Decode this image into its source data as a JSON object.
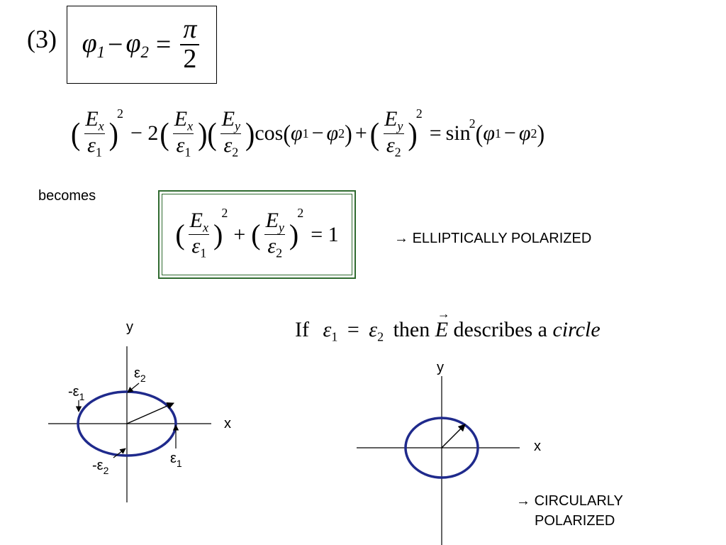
{
  "slide": {
    "eq3": {
      "label": "(3)",
      "lhs_a": "φ",
      "lhs_a_sub": "1",
      "minus": "−",
      "lhs_b": "φ",
      "lhs_b_sub": "2",
      "equals": "=",
      "rhs_num": "π",
      "rhs_den": "2"
    },
    "general": {
      "Ex": "E",
      "x": "x",
      "eps": "ε",
      "one": "1",
      "two": "2",
      "Ey": "E",
      "y": "y",
      "minus_two": "− 2",
      "cos": "cos",
      "plus": "+",
      "equals": "=",
      "sin": "sin",
      "phi": "φ",
      "minus": "−"
    },
    "becomes": "becomes",
    "ellipse_eq": {
      "plus": "+",
      "equals_one": "= 1"
    },
    "elliptic_label": "ELLIPTICALLY POLARIZED",
    "circle_statement": {
      "if": "If",
      "eps": "ε",
      "one": "1",
      "two": "2",
      "equals": "=",
      "then": "then",
      "E": "E",
      "describes": "describes a",
      "circle": "circle"
    },
    "circular_label_line1": "CIRCULARLY",
    "circular_label_line2": "POLARIZED",
    "arrow_glyph": "→"
  },
  "ellipse_diagram": {
    "y_label": "y",
    "x_label": "x",
    "eps2": "ε",
    "eps2_sub": "2",
    "neg_eps1": "-ε",
    "neg_eps1_sub": "1",
    "eps1": "ε",
    "eps1_sub": "1",
    "neg_eps2": "-ε",
    "neg_eps2_sub": "2",
    "curve_color": "#1f2a8c"
  },
  "circle_diagram": {
    "y_label": "y",
    "x_label": "x",
    "curve_color": "#1f2a8c"
  }
}
